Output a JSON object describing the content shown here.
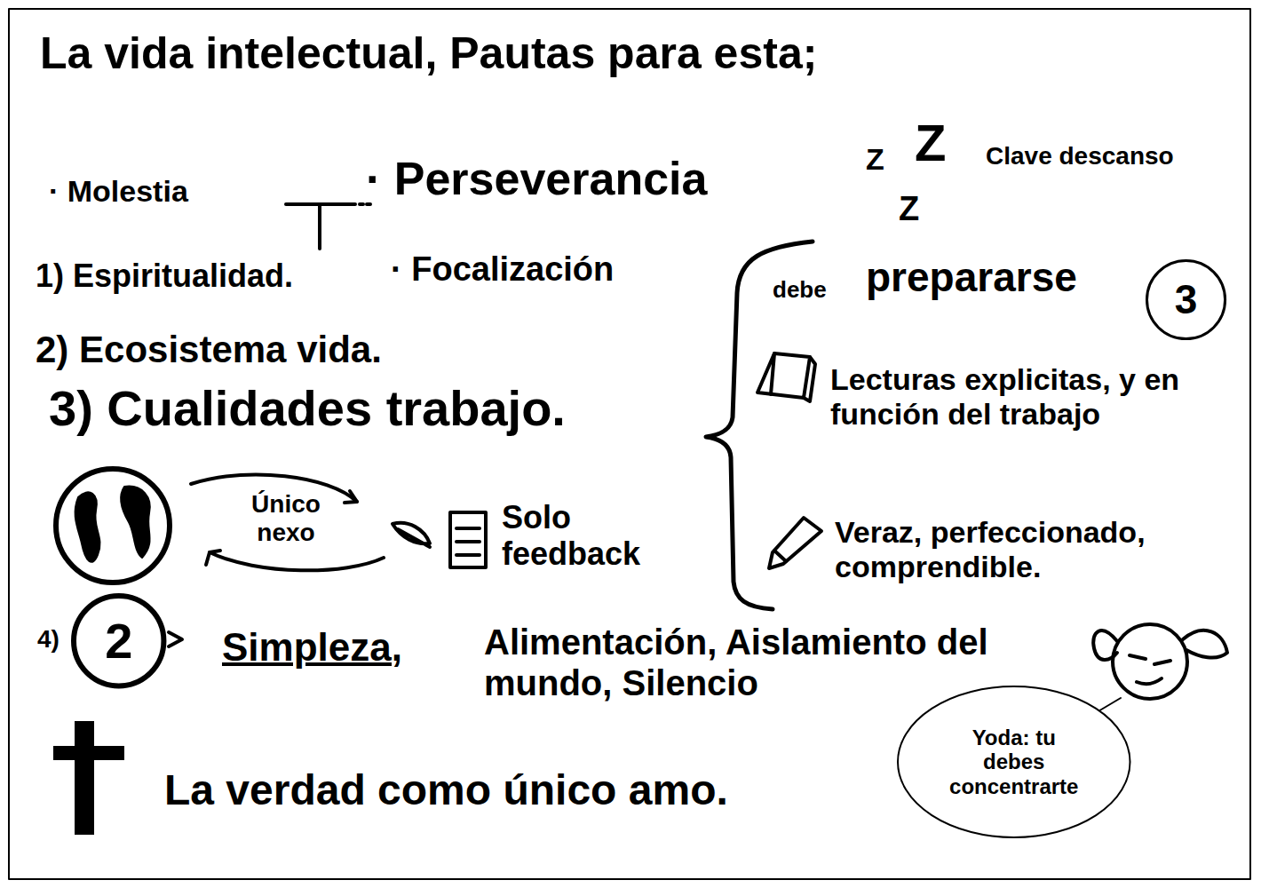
{
  "diagram": {
    "title": "La vida intelectual, Pautas para esta;",
    "nodes": [
      {
        "text": [
          "3"
        ]
      },
      {
        "text": [
          "2"
        ]
      },
      {
        "text": [
          "Yoda: tu debes concentrarte"
        ]
      }
    ],
    "labels": [
      "· Molestia",
      "· Perseverancia",
      "Z",
      "Z",
      "Clave descanso",
      "Z",
      "1) Espiritualidad.",
      "· Focalización",
      "debe",
      "prepararse",
      "2) Ecosistema vida.",
      "3) Cualidades trabajo.",
      "Lecturas explicitas, y en función del trabajo",
      "Único nexo",
      "Solo feedback",
      "Veraz, perfeccionado, comprendible.",
      "4)",
      "Simpleza,",
      "Alimentación, Aislamiento del mundo, Silencio",
      "La verdad como único amo."
    ]
  }
}
